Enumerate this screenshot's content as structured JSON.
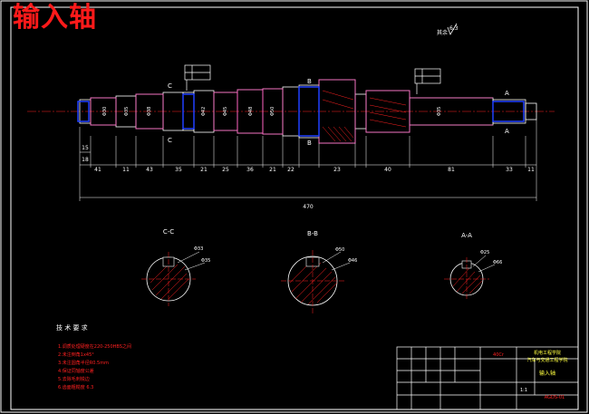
{
  "title": "输入轴",
  "roughness_note": "其余",
  "roughness_value": "6.3",
  "overall_length": "470",
  "dimensions": {
    "segments": [
      "41",
      "11",
      "43",
      "35",
      "21",
      "25",
      "36",
      "21",
      "22",
      "23",
      "40",
      "81",
      "33",
      "11"
    ],
    "left_small": "18",
    "left_small2": "15"
  },
  "sections": {
    "cc": {
      "label": "C-C",
      "dim1": "Φ33",
      "dim2": "Φ35",
      "markA": "C"
    },
    "bb": {
      "label": "B-B",
      "dim1": "Φ50",
      "dim2": "Φ46"
    },
    "aa": {
      "label": "A-A",
      "dim1": "Φ25",
      "dim2": "Φ66"
    }
  },
  "cut_marks": {
    "c_top": "C",
    "c_bot": "C",
    "b_top": "B",
    "b_bot": "B",
    "a_top": "A",
    "a_bot": "A"
  },
  "tech_req": {
    "heading": "技 术 要 求",
    "items": [
      "1.调质处理硬度在220-250HBS之间",
      "2.未注倒角1x45°",
      "3.未注圆角半径R0.5mm",
      "4.保证同轴度公差",
      "5.去除毛刺锐边",
      "6.齿面粗糙度 6.3"
    ]
  },
  "title_block": {
    "material": "40Cr",
    "school": "机电工程学院",
    "dept": "汽车与交通工程学院",
    "part_name": "输入轴",
    "scale": "1:1",
    "drawing_no": "AGDS-01"
  },
  "colors": {
    "bg": "#000000",
    "line": "#ffffff",
    "red": "#ff2020",
    "blue": "#2040ff",
    "pink": "#ff60c0",
    "yellow": "#ffff40"
  }
}
